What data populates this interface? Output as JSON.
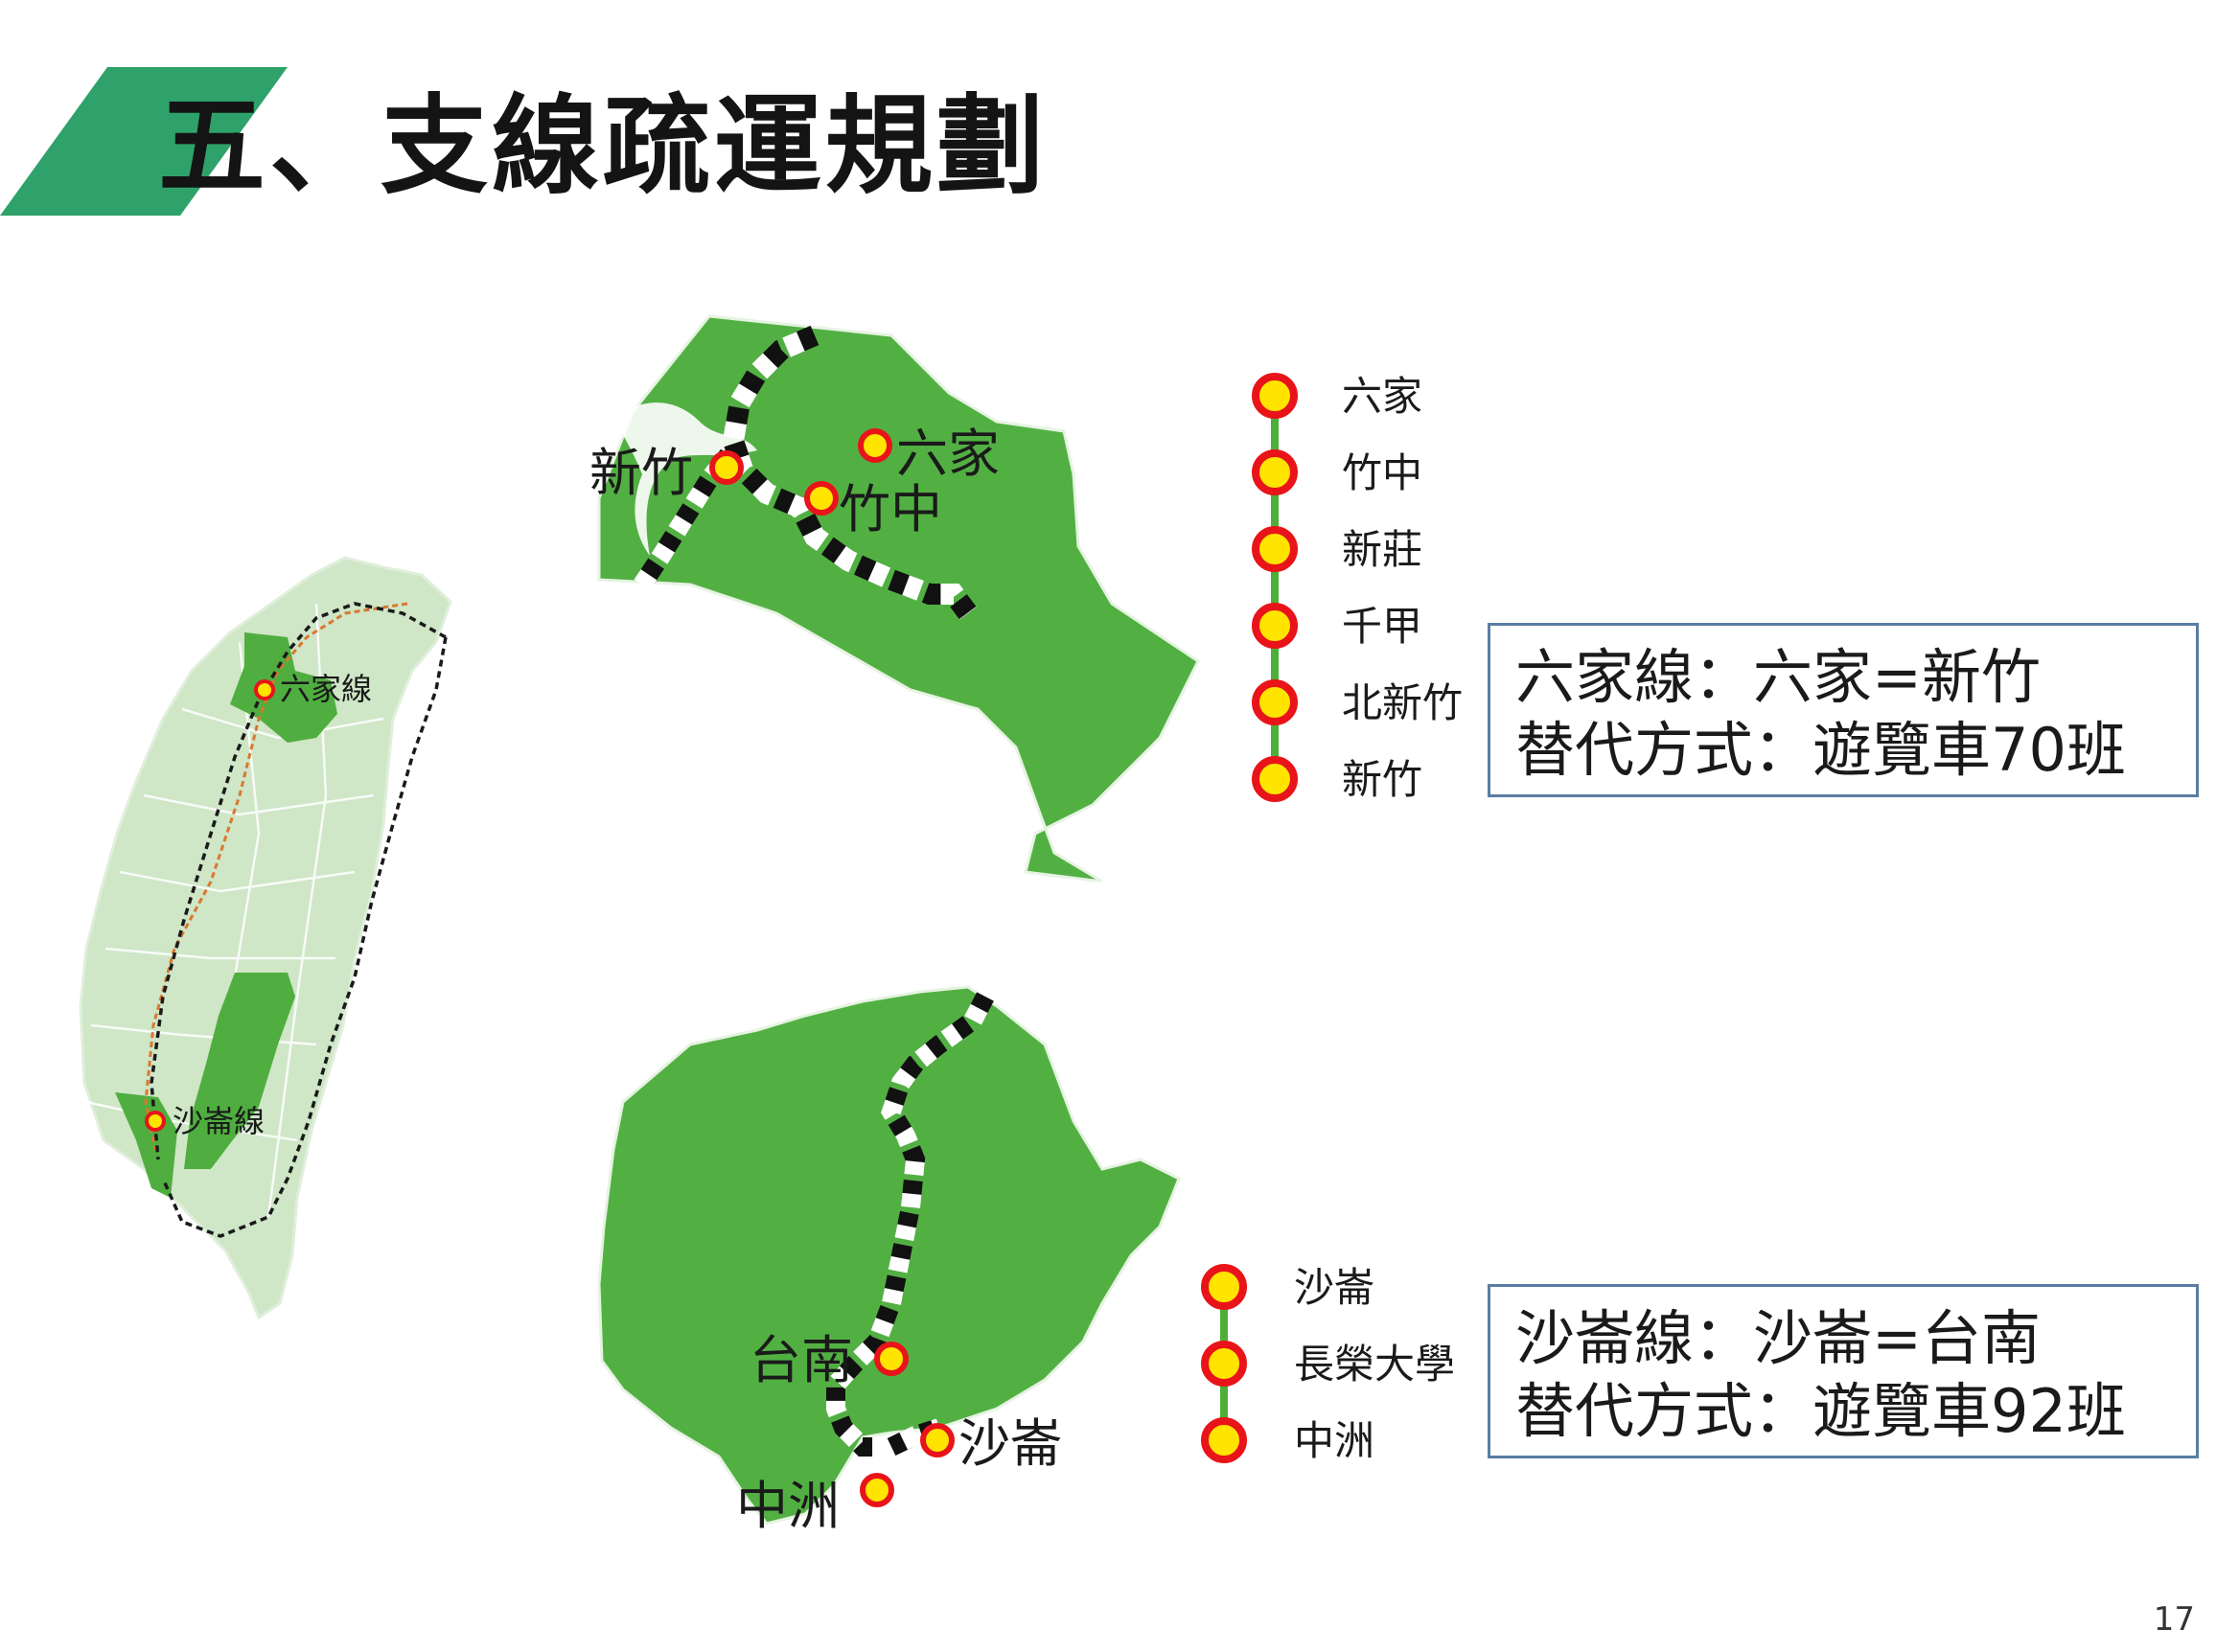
{
  "title": "五、支線疏運規劃",
  "page_number": "17",
  "overview_map": {
    "labels": [
      {
        "id": "liujia",
        "text": "六家線"
      },
      {
        "id": "shalun",
        "text": "沙崙線"
      }
    ]
  },
  "liujia": {
    "map_labels": {
      "hsinchu": "新竹",
      "liujia": "六家",
      "zhuzhong": "竹中"
    },
    "stations": [
      "六家",
      "竹中",
      "新莊",
      "千甲",
      "北新竹",
      "新竹"
    ],
    "info": {
      "line1": "六家線：六家=新竹",
      "line2": "替代方式：遊覽車70班"
    }
  },
  "shalun": {
    "map_labels": {
      "tainan": "台南",
      "shalun": "沙崙",
      "zhongzhou": "中洲"
    },
    "stations": [
      "沙崙",
      "長榮大學",
      "中洲"
    ],
    "info": {
      "line1": "沙崙線：沙崙=台南",
      "line2": "替代方式：遊覽車92班"
    }
  },
  "colors": {
    "banner": "#2ea26a",
    "region_fill": "#52b043",
    "island_fill": "#cfe6c7",
    "station_ring": "#e8141a",
    "station_fill": "#ffe400",
    "route_line": "#4caf39",
    "box_border": "#5a7da3"
  }
}
